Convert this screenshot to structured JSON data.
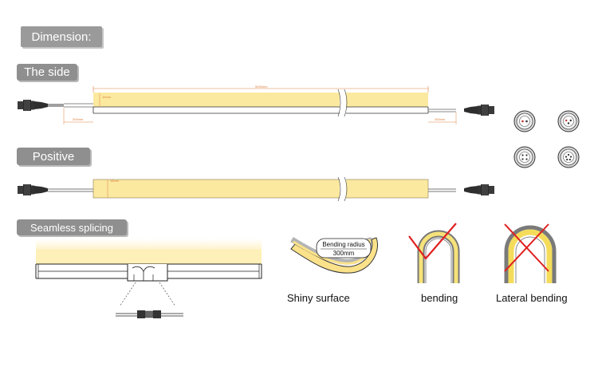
{
  "sections": {
    "dimension": "Dimension:",
    "the_side": "The side",
    "positive": "Positive",
    "seamless_splicing": "Seamless splicing"
  },
  "side_dimensions": {
    "length": "5000mm",
    "height": "10mm",
    "left_cable": "300mm",
    "right_cable": "300mm"
  },
  "positive_dimensions": {
    "width": "16mm"
  },
  "bend_examples": {
    "radius_label": "Bending radius",
    "radius_value": "300mm",
    "shiny_caption": "Shiny surface",
    "bending_caption": "bending",
    "lateral_caption": "Lateral bending"
  },
  "colors": {
    "strip_fill": "#fbe9a0",
    "strip_glow": "#fff3c4",
    "dimension_line": "#e08040",
    "cross": "#e02020",
    "label_bg": "#8f8f8f"
  }
}
